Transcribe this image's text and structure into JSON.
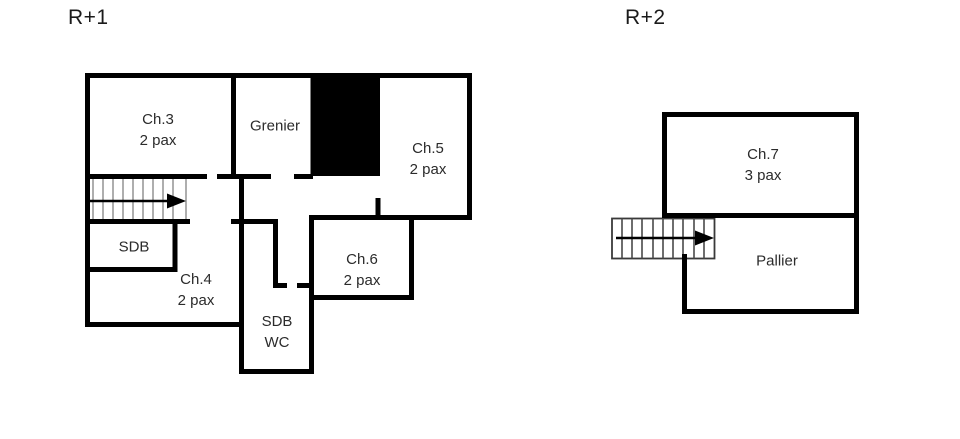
{
  "canvas": {
    "background_color": "#ffffff",
    "wall_color": "#000000",
    "text_color": "#2b2b2b"
  },
  "floors": [
    {
      "label": "R+1",
      "rooms": [
        {
          "id": "ch3",
          "name": "Ch.3",
          "capacity": "2 pax"
        },
        {
          "id": "grenier",
          "name": "Grenier"
        },
        {
          "id": "ch5",
          "name": "Ch.5",
          "capacity": "2 pax"
        },
        {
          "id": "sdb",
          "name": "SDB"
        },
        {
          "id": "ch4",
          "name": "Ch.4",
          "capacity": "2 pax"
        },
        {
          "id": "ch6",
          "name": "Ch.6",
          "capacity": "2 pax"
        },
        {
          "id": "sdb-wc",
          "name": "SDB",
          "capacity": "WC"
        }
      ],
      "staircase": {
        "direction": "right"
      }
    },
    {
      "label": "R+2",
      "rooms": [
        {
          "id": "ch7",
          "name": "Ch.7",
          "capacity": "3 pax"
        },
        {
          "id": "pallier",
          "name": "Pallier"
        }
      ],
      "staircase": {
        "direction": "right"
      }
    }
  ]
}
